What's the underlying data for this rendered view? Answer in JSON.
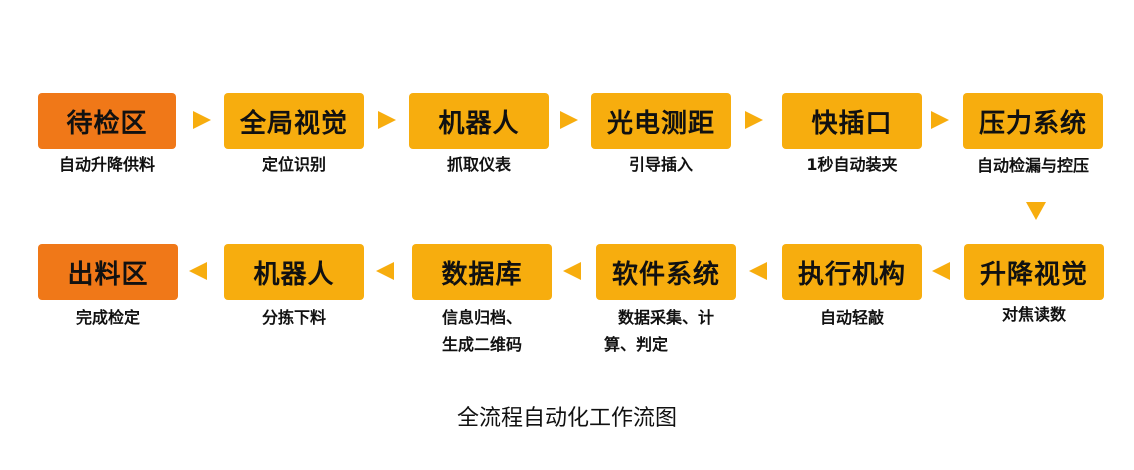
{
  "colors": {
    "start_end_box": "#f07818",
    "step_box": "#f7ad0e",
    "arrow": "#f7ad0e"
  },
  "row1": [
    {
      "title": "待检区",
      "sub": [
        "自动升降供料"
      ]
    },
    {
      "title": "全局视觉",
      "sub": [
        "定位识别"
      ]
    },
    {
      "title": "机器人",
      "sub": [
        "抓取仪表"
      ]
    },
    {
      "title": "光电测距",
      "sub": [
        "引导插入"
      ]
    },
    {
      "title": "快插口",
      "sub": [
        "1秒自动装夹"
      ]
    },
    {
      "title": "压力系统",
      "sub": [
        "自动检漏与控压"
      ]
    }
  ],
  "row2": [
    {
      "title": "出料区",
      "sub": [
        "完成检定"
      ]
    },
    {
      "title": "机器人",
      "sub": [
        "分拣下料"
      ]
    },
    {
      "title": "数据库",
      "sub": [
        "信息归档、",
        "生成二维码"
      ]
    },
    {
      "title": "软件系统",
      "sub": [
        "数据采集、计",
        "算、判定"
      ]
    },
    {
      "title": "执行机构",
      "sub": [
        "自动轻敲"
      ]
    },
    {
      "title": "升降视觉",
      "sub": [
        "对焦读数"
      ]
    }
  ],
  "caption": "全流程自动化工作流图"
}
